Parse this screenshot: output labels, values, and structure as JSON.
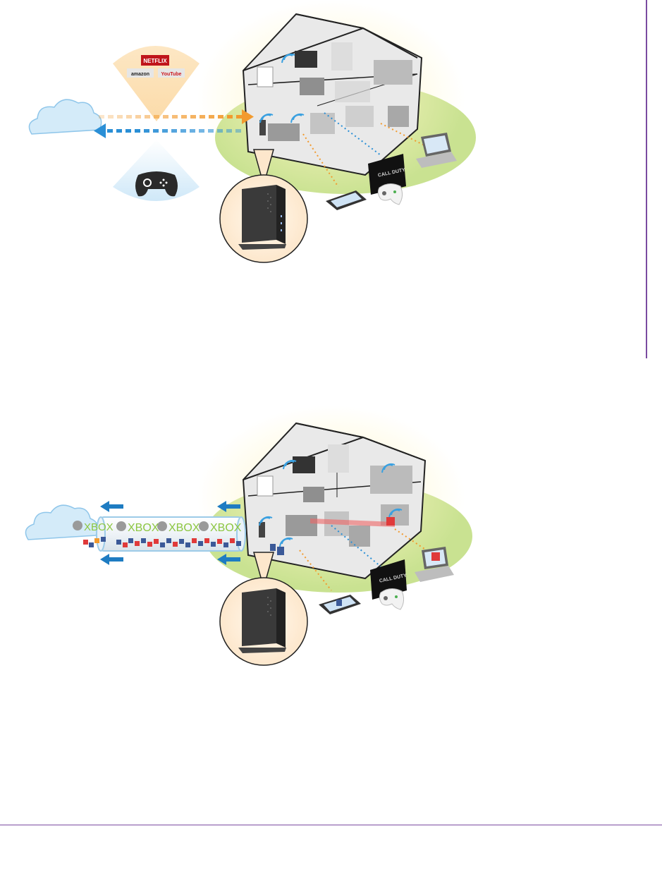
{
  "colors": {
    "margin_rule": "#7a4ba0",
    "upstream_arrow": "#f29a2e",
    "downstream_arrow": "#2a8fd6",
    "xbox_green": "#8cc63f",
    "lawn": "#c6e08a",
    "glow": "#fff3b0",
    "cloud": "#cfe7f7"
  },
  "top_diagram": {
    "streaming_services": [
      "NETFLIX",
      "amazon",
      "YouTube"
    ],
    "tv_screen_text": "CALL DUTY",
    "icons": [
      "cloud-icon",
      "gamepad-icon",
      "cable-modem-icon",
      "wifi-icon",
      "laptop-icon",
      "tablet-icon",
      "tv-icon",
      "controller-icon"
    ]
  },
  "bottom_diagram": {
    "pipe_labels": [
      "XBOX",
      "XBOX",
      "XBOX",
      "XBOX"
    ],
    "tv_screen_text": "CALL DUTY",
    "icons": [
      "cloud-icon",
      "xbox-logo-icon",
      "facebook-icon",
      "youtube-icon",
      "cable-modem-icon",
      "wifi-icon",
      "laptop-icon",
      "tablet-icon",
      "tv-icon",
      "controller-icon"
    ]
  }
}
